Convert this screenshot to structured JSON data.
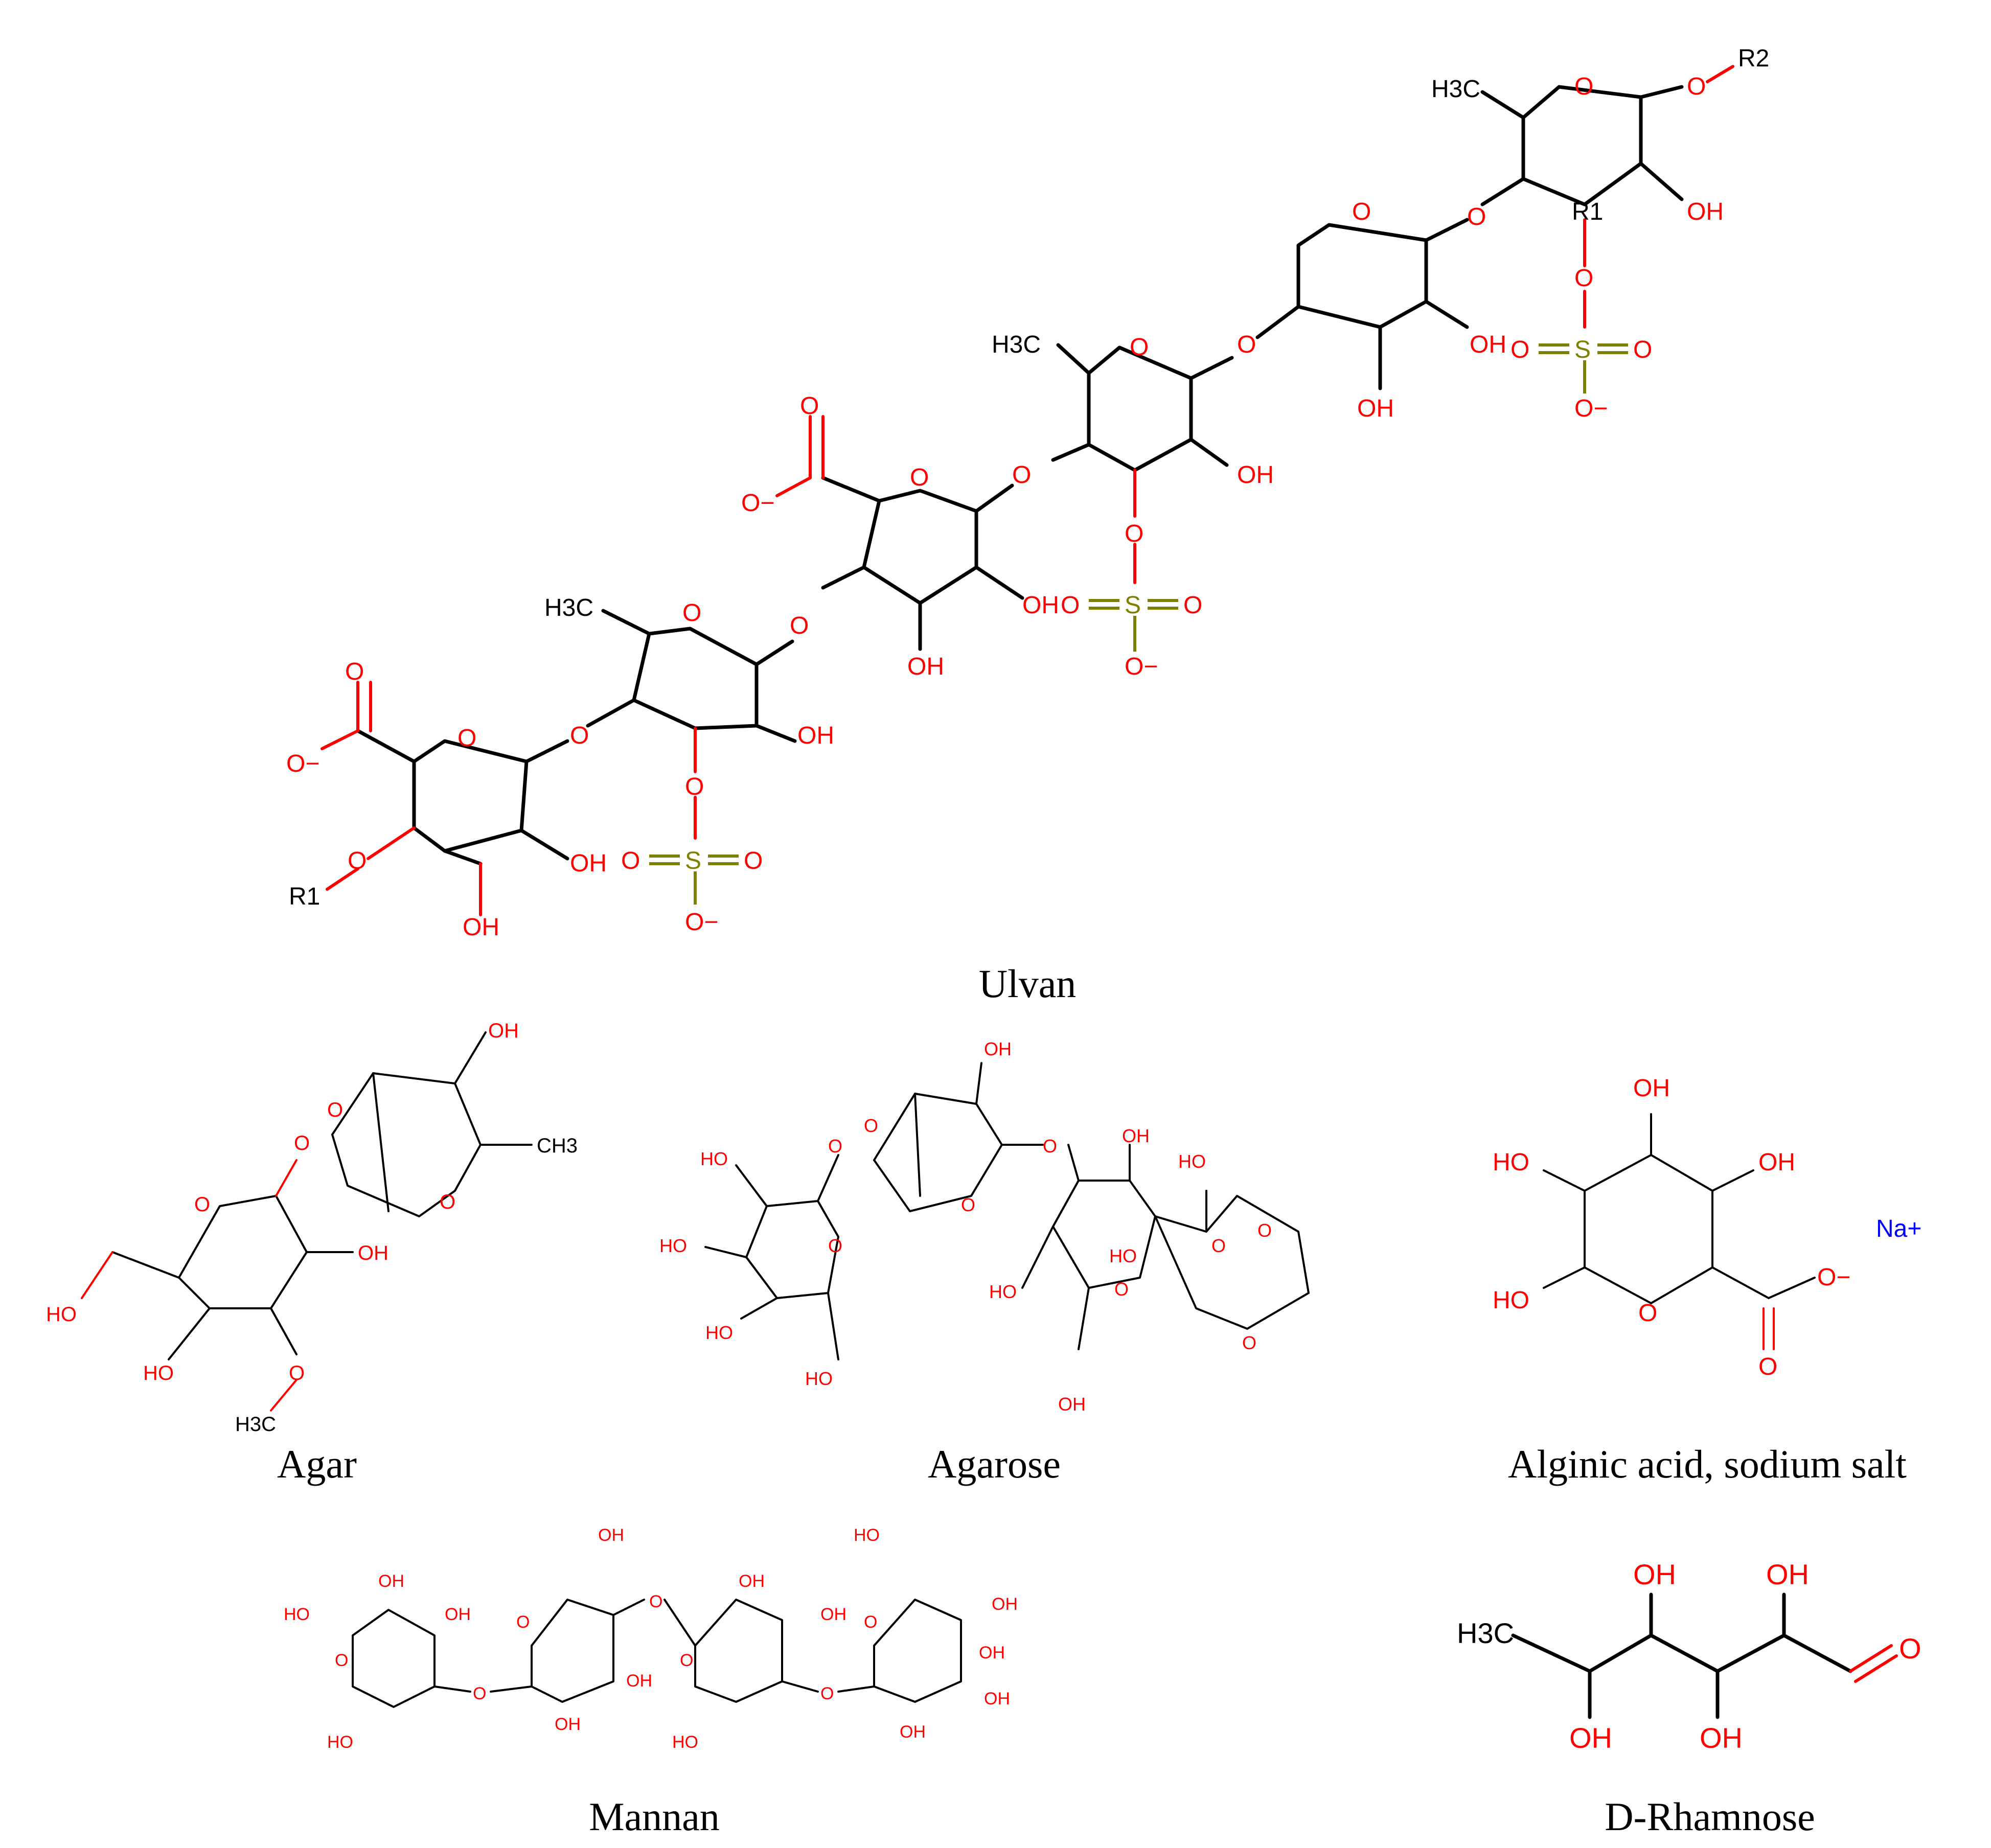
{
  "captions": {
    "ulvan": "Ulvan",
    "agar": "Agar",
    "agarose": "Agarose",
    "alginic": "Alginic acid, sodium salt",
    "mannan": "Mannan",
    "rhamnose": "D-Rhamnose"
  },
  "atoms": {
    "oh": "OH",
    "ho": "HO",
    "o": "O",
    "o_minus": "O−",
    "ch3": "CH3",
    "h3c": "H3C",
    "s": "S",
    "r1": "R1",
    "r2": "R2",
    "na_plus": "Na+"
  },
  "colors": {
    "bond": "#000000",
    "oxygen": "#ff0000",
    "sulfur": "#808000",
    "sodium": "#0000ff"
  }
}
